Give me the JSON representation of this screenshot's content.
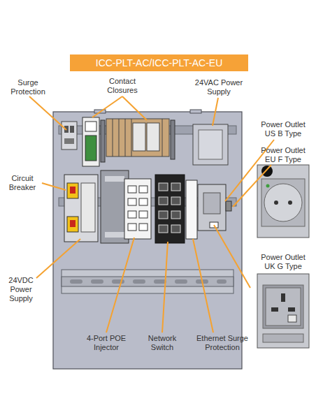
{
  "diagram": {
    "title": "ICC-PLT-AC/ICC-PLT-AC-EU",
    "labels": [
      "Surge Protection",
      "Contact Closures",
      "24VAC Power Supply",
      "Power Outlet US B Type",
      "Power Outlet EU F Type",
      "Circuit Breaker",
      "24VDC Power Supply",
      "Power Outlet UK G Type",
      "4-Port POE Injector",
      "Network Switch",
      "Ethernet Surge Protection"
    ]
  }
}
